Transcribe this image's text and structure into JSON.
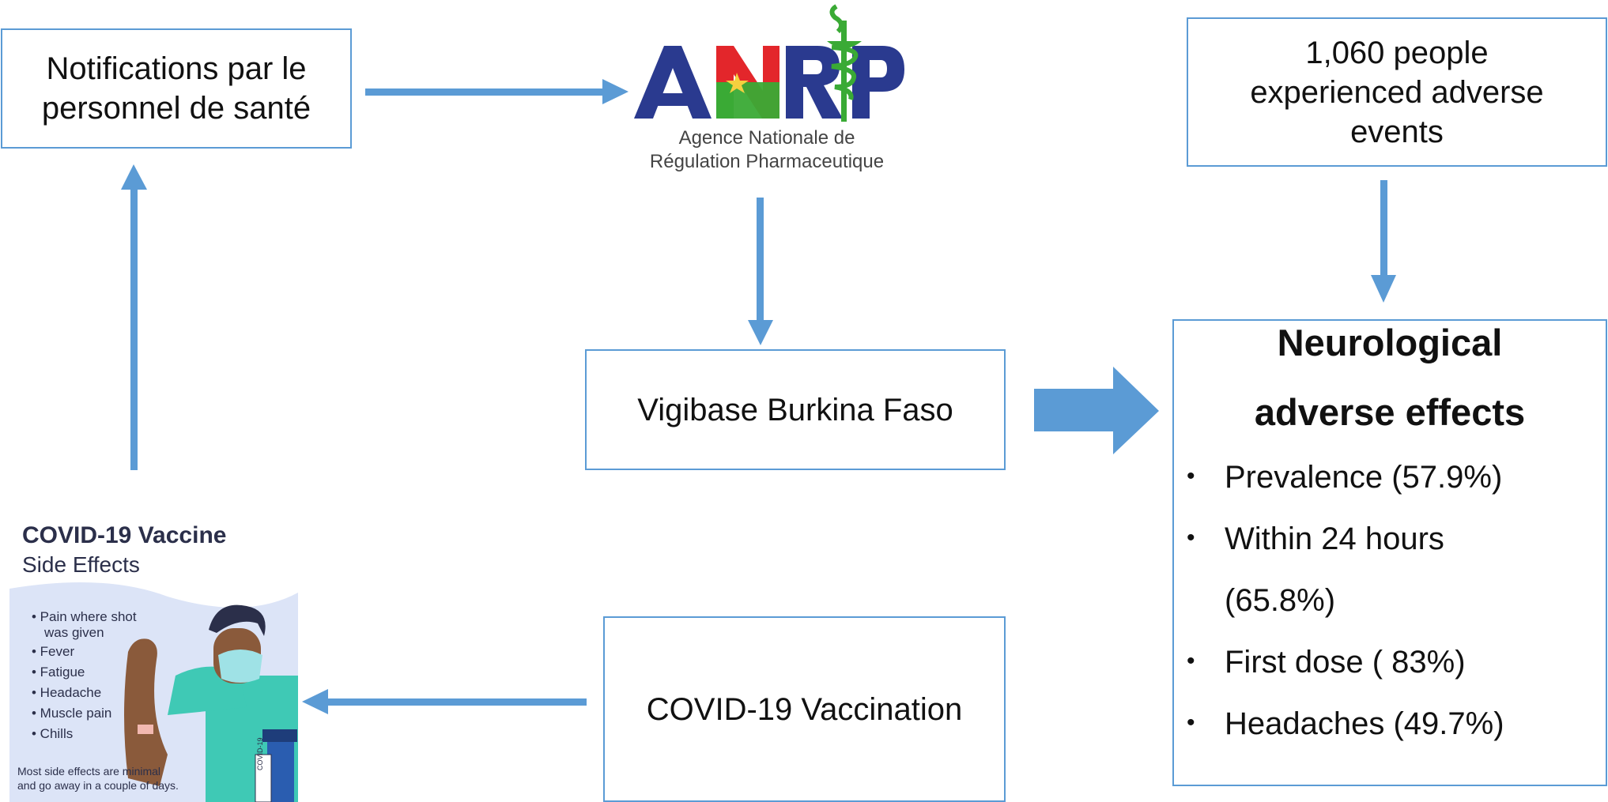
{
  "notifications_box": {
    "line1": "Notifications par le",
    "line2": "personnel de santé"
  },
  "logo": {
    "text": "ANRP",
    "subtitle_line1": "Agence Nationale de",
    "subtitle_line2": "Régulation Pharmaceutique",
    "colors": {
      "navy": "#2a3a8f",
      "red": "#e3262b",
      "green": "#3aaa35",
      "star": "#f4d03f"
    }
  },
  "people_box": {
    "line1": "1,060 people",
    "line2": "experienced adverse",
    "line3": "events"
  },
  "vigibase_box": {
    "label": "Vigibase Burkina Faso"
  },
  "vaccination_box": {
    "label": "COVID-19 Vaccination"
  },
  "neuro_box": {
    "title_line1": "Neurological",
    "title_line2": "adverse effects",
    "items": [
      {
        "bullet": "•",
        "text": "Prevalence (57.9%)"
      },
      {
        "bullet": "•",
        "text": "Within 24 hours"
      },
      {
        "bullet": "",
        "text": "(65.8%)"
      },
      {
        "bullet": "•",
        "text": "First dose ( 83%)"
      },
      {
        "bullet": "•",
        "text": "Headaches (49.7%)"
      }
    ]
  },
  "poster": {
    "title": "COVID-19 Vaccine",
    "subtitle": "Side Effects",
    "items": [
      "• Pain where shot",
      "was given",
      "• Fever",
      "• Fatigue",
      "• Headache",
      "• Muscle pain",
      "• Chills"
    ],
    "footer_line1": "Most side effects are minimal",
    "footer_line2": "and go away in a couple of days.",
    "vial_label": "COVID-19"
  },
  "colors": {
    "accent": "#5b9bd5",
    "box_border": "#5b9bd5",
    "poster_bg": "#dce4f7"
  }
}
